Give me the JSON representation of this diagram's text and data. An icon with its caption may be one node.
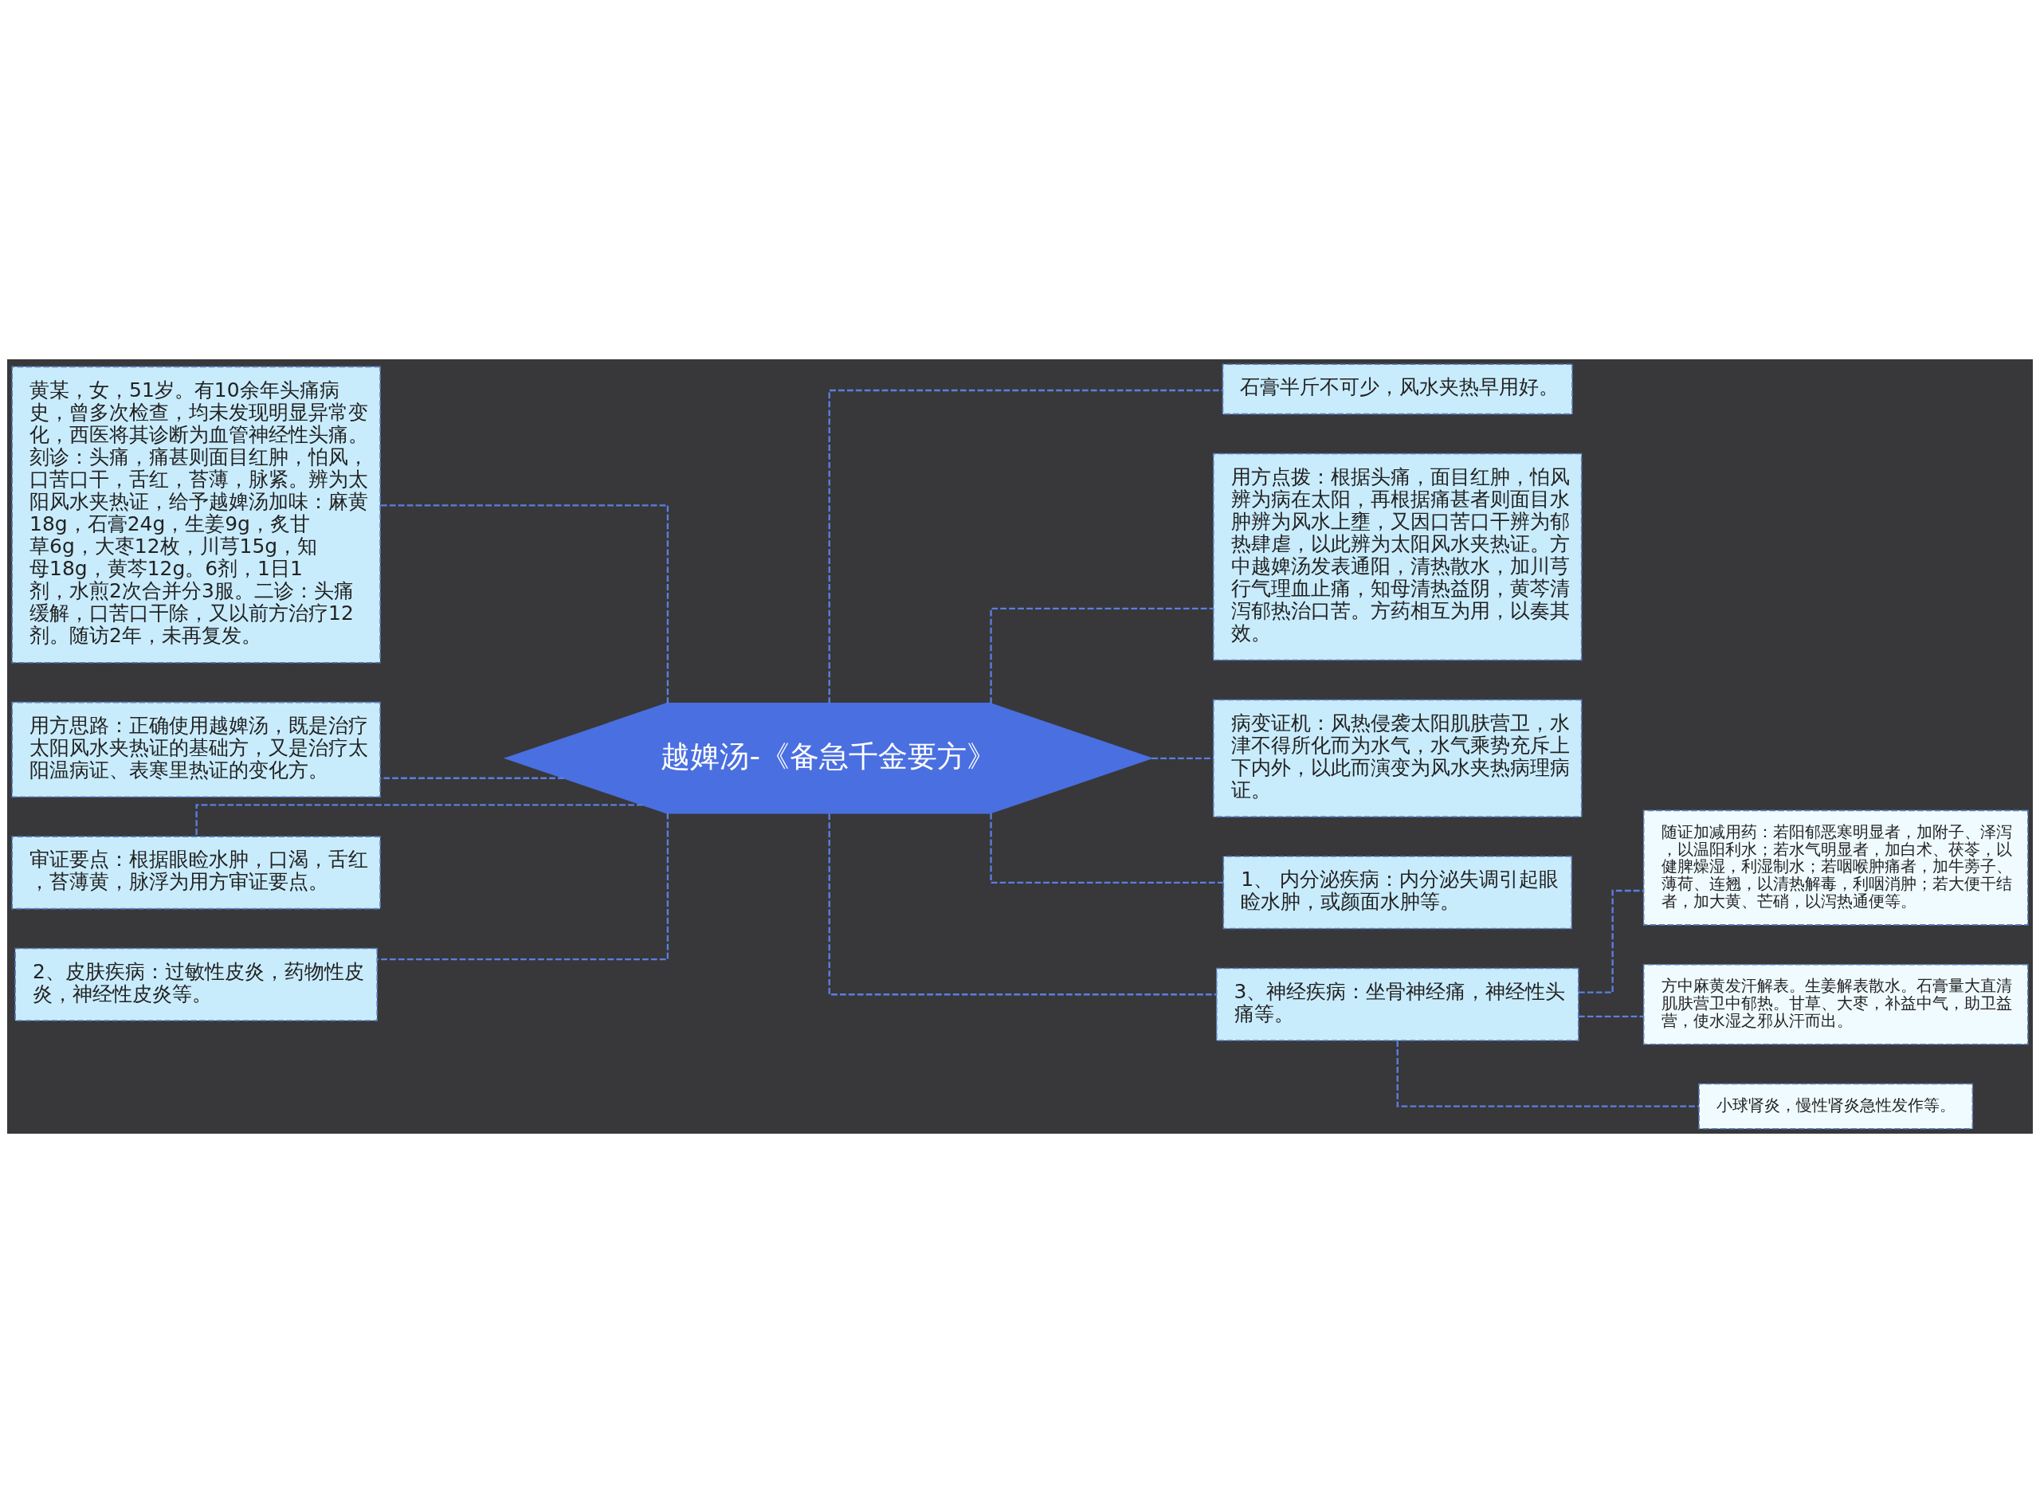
{
  "diagram": {
    "nodes": [
      {
        "text": [
          "越婢汤-《备急千金要方》"
        ]
      },
      {
        "text": [
          "黄某，女，51岁。有10余年头痛病史，曾多次检查，均未发现明显异常变化，西医将其诊断为血管神经性头痛。刻诊：头痛，痛甚则面目红肿，怕风，口苦口干，舌红，苔薄，脉紧。辨为太阳风水夹热证，给予越婢汤加味：麻黄18g，石膏24g，生姜9g，炙甘草6g，大枣12枚，川芎15g，知母18g，黄芩12g。6剂，1日1剂，水煎2次合并分3服。二诊：头痛缓解，口苦口干除，又以前方治疗12剂。随访2年，未再复发。"
        ]
      },
      {
        "text": [
          "用方思路：正确使用越婢汤，既是治疗太阳风水夹热证的基础方，又是治疗太阳温病证、表寒里热证的变化方。"
        ]
      },
      {
        "text": [
          "审证要点：根据眼睑水肿，口渴，舌红，苔薄黄，脉浮为用方审证要点。"
        ]
      },
      {
        "text": [
          "2、皮肤疾病：过敏性皮炎，药物性皮炎，神经性皮炎等。"
        ]
      },
      {
        "text": [
          "石膏半斤不可少，风水夹热早用好。"
        ]
      },
      {
        "text": [
          "用方点拨：根据头痛，面目红肿，怕风辨为病在太阳，再根据痛甚者则面目水肿辨为风水上壅，又因口苦口干辨为郁热肆虐，以此辨为太阳风水夹热证。方中越婢汤发表通阳，清热散水，加川芎行气理血止痛，知母清热益阴，黄芩清泻郁热治口苦。方药相互为用，以奏其效。"
        ]
      },
      {
        "text": [
          "病变证机：风热侵袭太阳肌肤营卫，水津不得所化而为水气，水气乘势充斥上下内外，以此而演变为风水夹热病理病证。"
        ]
      },
      {
        "text": [
          "1、 内分泌疾病：内分泌失调引起眼睑水肿，或颜面水肿等。"
        ]
      },
      {
        "text": [
          "3、神经疾病：坐骨神经痛，神经性头痛等。"
        ]
      },
      {
        "text": [
          "随证加减用药：若阳郁恶寒明显者，加附子、泽泻，以温阳利水；若水气明显者，加白术、茯苓，以健脾燥湿，利湿制水；若咽喉肿痛者，加牛蒡子、薄荷、连翘，以清热解毒，利咽消肿；若大便干结者，加大黄、芒硝，以泻热通便等。"
        ]
      },
      {
        "text": [
          "方中麻黄发汗解表。生姜解表散水。石膏量大直清肌肤营卫中郁热。甘草、大枣，补益中气，助卫益营，使水湿之邪从汗而出。"
        ]
      },
      {
        "text": [
          "小球肾炎，慢性肾炎急性发作等。"
        ]
      }
    ],
    "edges": [
      {
        "from": 0,
        "to": 1,
        "arrow": "none",
        "style": "dashed"
      },
      {
        "from": 0,
        "to": 2,
        "arrow": "none",
        "style": "dashed"
      },
      {
        "from": 0,
        "to": 3,
        "arrow": "none",
        "style": "dashed"
      },
      {
        "from": 0,
        "to": 4,
        "arrow": "none",
        "style": "dashed"
      },
      {
        "from": 0,
        "to": 5,
        "arrow": "none",
        "style": "dashed"
      },
      {
        "from": 0,
        "to": 6,
        "arrow": "none",
        "style": "dashed"
      },
      {
        "from": 0,
        "to": 7,
        "arrow": "none",
        "style": "dashed"
      },
      {
        "from": 0,
        "to": 8,
        "arrow": "none",
        "style": "dashed"
      },
      {
        "from": 0,
        "to": 9,
        "arrow": "none",
        "style": "dashed"
      },
      {
        "from": 9,
        "to": 10,
        "arrow": "none",
        "style": "dashed"
      },
      {
        "from": 9,
        "to": 11,
        "arrow": "none",
        "style": "dashed"
      },
      {
        "from": 9,
        "to": 12,
        "arrow": "none",
        "style": "dashed"
      }
    ]
  }
}
